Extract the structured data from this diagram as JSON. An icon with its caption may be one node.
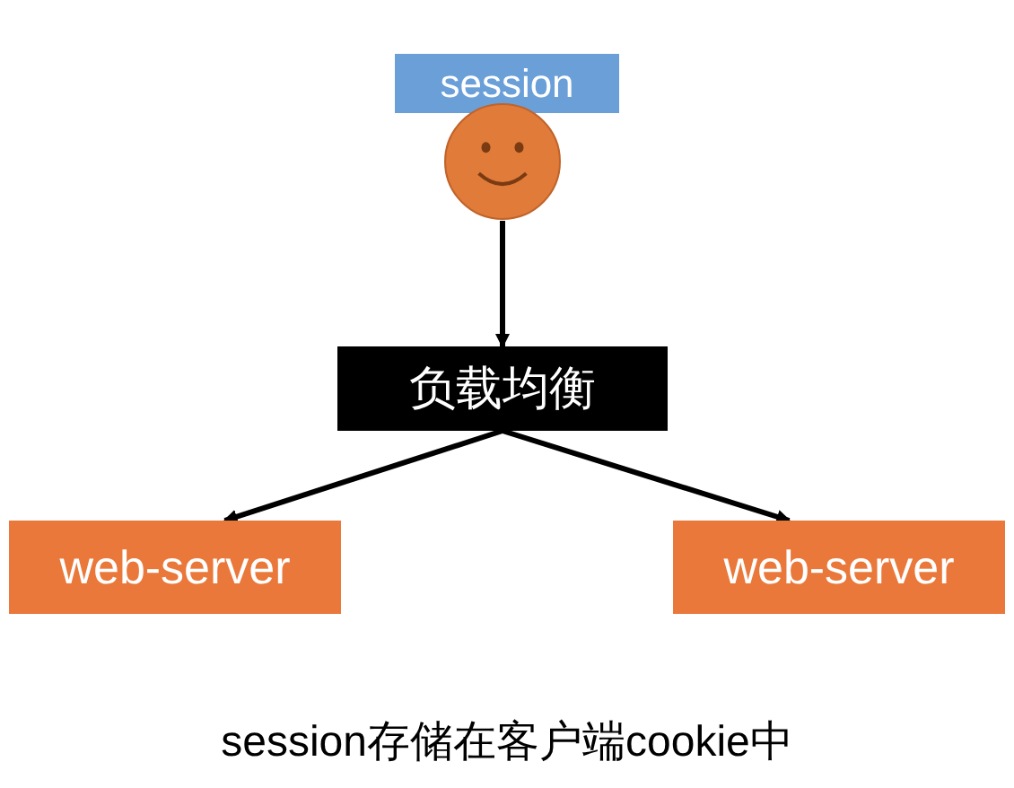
{
  "diagram": {
    "caption": "session存储在客户端cookie中",
    "nodes": [
      {
        "text": [
          "session"
        ]
      },
      {
        "text": [],
        "shape": "circle"
      },
      {
        "text": [
          "负载均衡"
        ]
      },
      {
        "text": [
          "web-server"
        ]
      },
      {
        "text": [
          "web-server"
        ]
      }
    ],
    "edges": [
      {
        "from": 1,
        "to": 2,
        "arrow": "to"
      },
      {
        "from": 2,
        "to": 3,
        "arrow": "to"
      },
      {
        "from": 2,
        "to": 4,
        "arrow": "to"
      }
    ]
  }
}
